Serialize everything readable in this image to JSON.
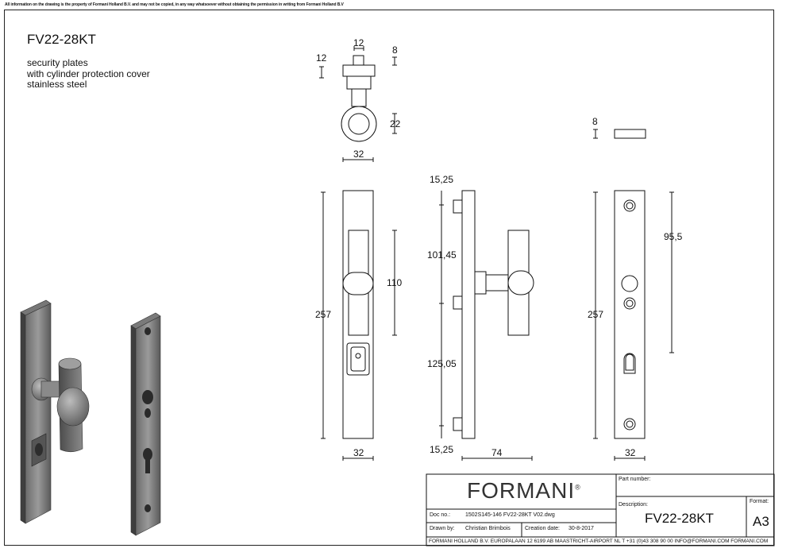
{
  "disclaimer": "All information on the drawing is the property of Formani Holland B.V. and may not be copied, in any way whatsoever without obtaining the permission in writing from Formani Holland B.V",
  "product": {
    "code": "FV22-28KT",
    "description_lines": [
      "security plates",
      "with cylinder protection cover",
      "stainless steel"
    ]
  },
  "dimensions": {
    "top_view": {
      "pin_width": "12",
      "pin_height": "12",
      "plate_thickness": "8",
      "ring": "22",
      "base_width": "32"
    },
    "front_view": {
      "height": "257",
      "handle_height": "110",
      "width": "32"
    },
    "side_view": {
      "top_offset": "15,25",
      "upper": "101,45",
      "lower": "125,05",
      "bottom_offset": "15,25",
      "depth": "74"
    },
    "back_view": {
      "thickness": "8",
      "height": "257",
      "hole_spacing": "95,5",
      "width": "32"
    }
  },
  "title_block": {
    "logo": "FORMANI",
    "logo_mark": "®",
    "part_number_label": "Part number:",
    "description_label": "Description:",
    "description_value": "FV22-28KT",
    "format_label": "Format:",
    "format_value": "A3",
    "doc_no_label": "Doc no.:",
    "doc_no_value": "1502S145-146 FV22-28KT V02.dwg",
    "drawn_by_label": "Drawn by:",
    "drawn_by_value": "Christian Brimbois",
    "creation_date_label": "Creation date:",
    "creation_date_value": "30-8-2017",
    "footer": "FORMANI HOLLAND B.V.  EUROPALAAN 12  6199 AB MAASTRICHT-AIRPORT NL  T +31 (0)43 308 90 00 INFO@FORMANI.COM FORMANI.COM"
  }
}
